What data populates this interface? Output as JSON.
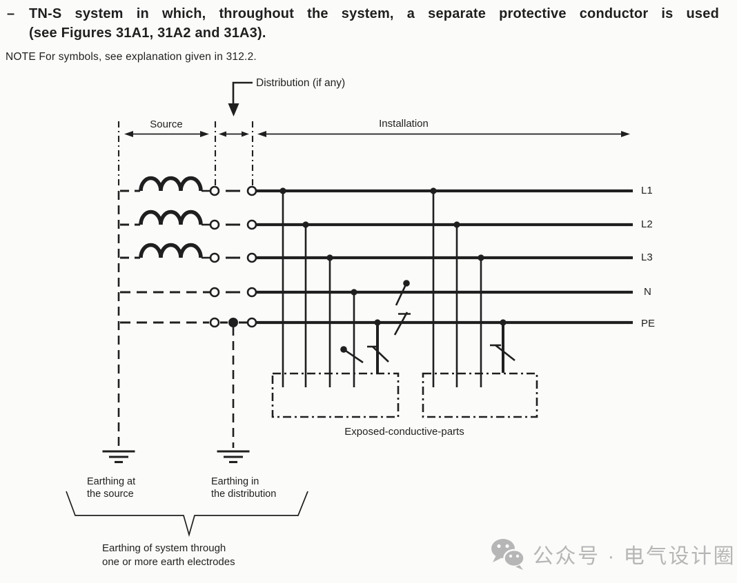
{
  "colors": {
    "ink": "#1f1f1f",
    "background": "#fbfbf9",
    "watermark": "#b6b6b6"
  },
  "paragraph": {
    "dash": "–",
    "line1": "TN-S system in which, throughout the system, a separate protective conductor is used",
    "line2": "(see Figures 31A1, 31A2 and 31A3)."
  },
  "note": "NOTE  For symbols, see explanation given in 312.2.",
  "diagram": {
    "distribution_label": "Distribution (if any)",
    "source_label": "Source",
    "installation_label": "Installation",
    "conductors": [
      "L1",
      "L2",
      "L3",
      "N",
      "PE"
    ],
    "exposed_parts_label": "Exposed-conductive-parts",
    "earthing_source_lines": [
      "Earthing at",
      "the source"
    ],
    "earthing_distribution_lines": [
      "Earthing in",
      "the distribution"
    ],
    "earthing_caption_lines": [
      "Earthing of system through",
      "one or more earth electrodes"
    ]
  },
  "watermark": {
    "text": "公众号 · 电气设计圈"
  }
}
